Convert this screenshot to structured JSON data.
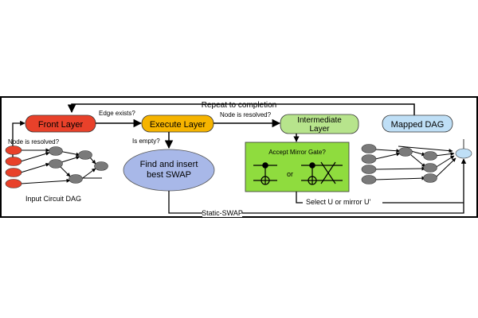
{
  "diagram": {
    "nodes": {
      "front_layer": "Front Layer",
      "execute_layer": "Execute Layer",
      "intermediate_layer_line1": "Intermediate",
      "intermediate_layer_line2": "Layer",
      "mapped_dag": "Mapped DAG",
      "swap_line1": "Find and insert",
      "swap_line2": "best SWAP",
      "accept_mirror": "Accept Mirror Gate?",
      "or_text": "or",
      "input_dag": "Input Circuit DAG"
    },
    "edges": {
      "repeat": "Repeat to completion",
      "edge_exists": "Edge exists?",
      "node_resolved_top": "Node is resolved?",
      "node_resolved_left": "Node is resolved?",
      "is_empty": "Is empty?",
      "select_u": "Select U or mirror U'",
      "static_swap": "Static-SWAP"
    },
    "colors": {
      "front_layer": "#e8412a",
      "execute_layer": "#f6b400",
      "intermediate_layer": "#b7e48c",
      "mapped_dag": "#bfdff6",
      "swap": "#a8b8e8",
      "mirror_box": "#8fdc3e",
      "dag_node": "#7a7a7a",
      "dag_node_red": "#e8412a",
      "frame": "#000000"
    }
  }
}
